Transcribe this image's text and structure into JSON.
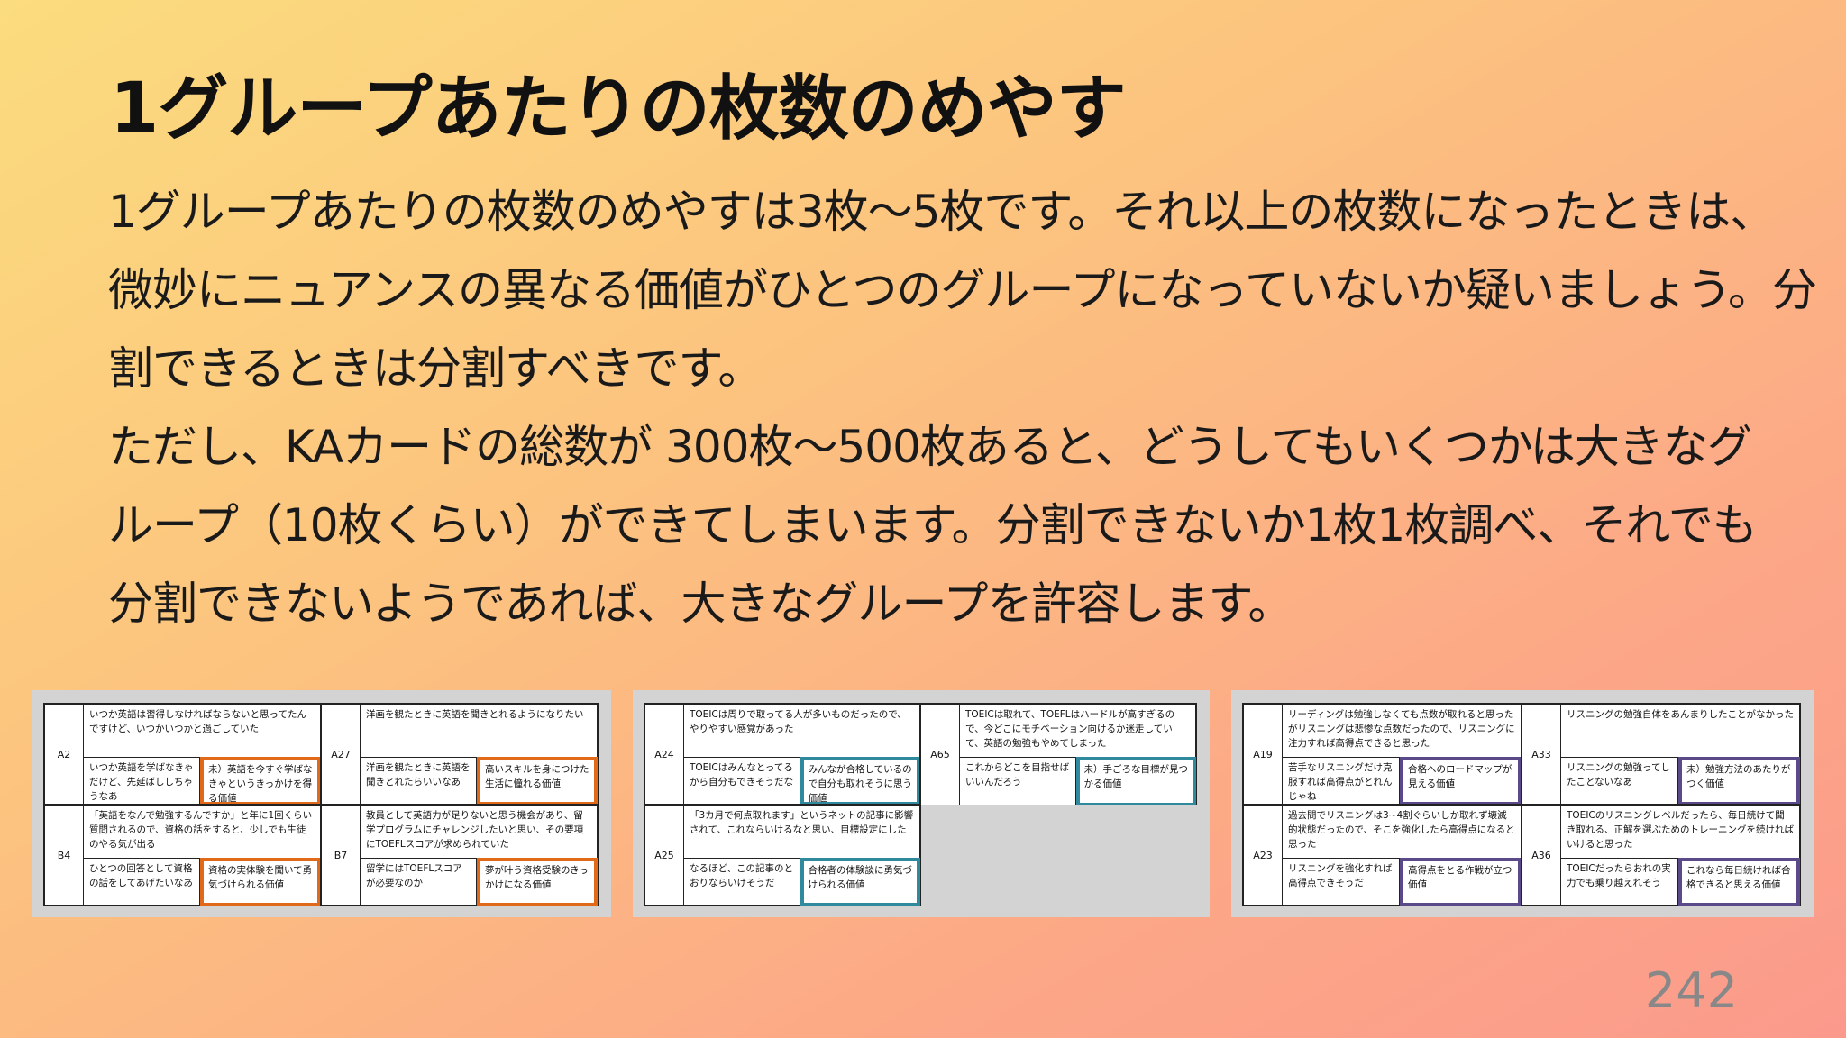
{
  "slide": {
    "title": "1グループあたりの枚数のめやす",
    "paragraphs": [
      "1グループあたりの枚数のめやすは3枚～5枚です。それ以上の枚数になったときは、",
      "微妙にニュアンスの異なる価値がひとつのグループになっていないか疑いましょう。分",
      "割できるときは分割すべきです。",
      "ただし、KAカードの総数が 300枚～500枚あると、どうしてもいくつかは大きなグ",
      "ループ（10枚くらい）ができてしまいます。分割できないか1枚1枚調べ、それでも",
      "分割できないようであれば、大きなグループを許容します。"
    ],
    "page_number": "242"
  },
  "panels": [
    {
      "accent": "#e06a1a",
      "columns": [
        [
          {
            "id": "A2",
            "top": "いつか英語は習得しなければならないと思ってたんですけど、いつかいつかと過ごしていた",
            "bl": "いつか英語を学ばなきゃだけど、先延ばししちゃうなあ",
            "br": "未）英語を今すぐ学ばなきゃというきっかけを得る価値"
          },
          {
            "id": "B4",
            "top": "「英語をなんで勉強するんですか」と年に1回くらい質問されるので、資格の話をすると、少しでも生徒のやる気が出る",
            "bl": "ひとつの回答として資格の話をしてあげたいなあ",
            "br": "資格の実体験を聞いて勇気づけられる価値"
          }
        ],
        [
          {
            "id": "A27",
            "top": "洋画を観たときに英語を聞きとれるようになりたい",
            "bl": "洋画を観たときに英語を聞きとれたらいいなあ",
            "br": "高いスキルを身につけた生活に憧れる価値"
          },
          {
            "id": "B7",
            "top": "教員として英語力が足りないと思う機会があり、留学プログラムにチャレンジしたいと思い、その要項にTOEFLスコアが求められていた",
            "bl": "留学にはTOEFLスコアが必要なのか",
            "br": "夢が叶う資格受験のきっかけになる価値"
          }
        ]
      ]
    },
    {
      "accent": "#2f8a9e",
      "columns": [
        [
          {
            "id": "A24",
            "top": "TOEICは周りで取ってる人が多いものだったので、やりやすい感覚があった",
            "bl": "TOEICはみんなとってるから自分もできそうだな",
            "br": "みんなが合格しているので自分も取れそうに思う価値"
          },
          {
            "id": "A25",
            "top": "「3カ月で何点取れます」というネットの記事に影響されて、これならいけるなと思い、目標設定にした",
            "bl": "なるほど、この記事のとおりならいけそうだ",
            "br": "合格者の体験談に勇気づけられる価値"
          }
        ],
        [
          {
            "id": "A65",
            "top": "TOEICは取れて、TOEFLはハードルが高すぎるので、今どこにモチベーション向けるか迷走していて、英語の勉強もやめてしまった",
            "bl": "これからどこを目指せばいいんだろう",
            "br": "未）手ごろな目標が見つかる価値"
          },
          null
        ]
      ]
    },
    {
      "accent": "#5a4a8a",
      "columns": [
        [
          {
            "id": "A19",
            "top": "リーディングは勉強しなくても点数が取れると思ったがリスニングは悲惨な点数だったので、リスニングに注力すれば高得点できると思った",
            "bl": "苦手なリスニングだけ克服すれば高得点がとれんじゃね",
            "br": "合格へのロードマップが見える価値"
          },
          {
            "id": "A23",
            "top": "過去問でリスニングは3~4割ぐらいしか取れず壊滅的状態だったので、そこを強化したら高得点になると思った",
            "bl": "リスニングを強化すれば高得点できそうだ",
            "br": "高得点をとる作戦が立つ価値"
          }
        ],
        [
          {
            "id": "A33",
            "top": "リスニングの勉強自体をあんまりしたことがなかった",
            "bl": "リスニングの勉強ってしたことないなあ",
            "br": "未）勉強方法のあたりがつく価値"
          },
          {
            "id": "A36",
            "top": "TOEICのリスニングレベルだったら、毎日続けて聞き取れる、正解を選ぶためのトレーニングを続ければいけると思った",
            "bl": "TOEICだったらおれの実力でも乗り越えれそう",
            "br": "これなら毎日続ければ合格できると思える価値"
          }
        ]
      ]
    }
  ]
}
